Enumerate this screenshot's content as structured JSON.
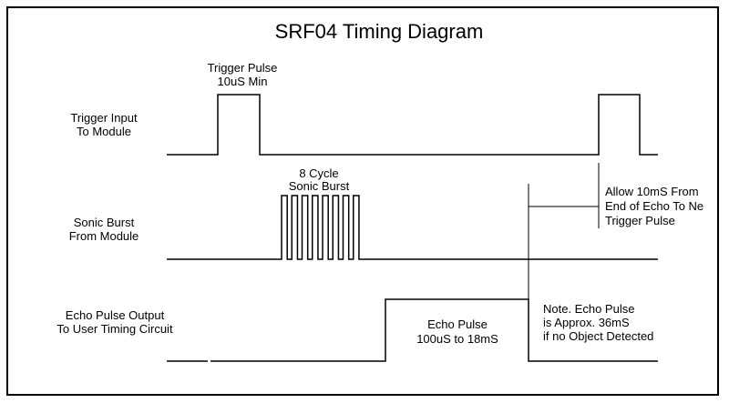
{
  "title": "SRF04 Timing Diagram",
  "signals": {
    "trigger": {
      "label_line1": "Trigger Input",
      "label_line2": "To Module"
    },
    "burst": {
      "label_line1": "Sonic Burst",
      "label_line2": "From Module"
    },
    "echo": {
      "label_line1": "Echo Pulse Output",
      "label_line2": "To User Timing Circuit"
    }
  },
  "annotations": {
    "trigger_pulse": {
      "line1": "Trigger Pulse",
      "line2": "10uS Min"
    },
    "sonic_burst": {
      "line1": "8 Cycle",
      "line2": "Sonic Burst"
    },
    "echo_pulse": {
      "line1": "Echo Pulse",
      "line2": "100uS to 18mS"
    },
    "allow": {
      "line1": "Allow 10mS From",
      "line2": "End of Echo To Ne",
      "line3": "Trigger Pulse"
    },
    "note": {
      "line1": "Note. Echo Pulse",
      "line2": "is Approx. 36mS",
      "line3": "if no Object Detected"
    }
  },
  "burst_cycles": 8,
  "colors": {
    "line": "#000000",
    "background": "#ffffff"
  }
}
